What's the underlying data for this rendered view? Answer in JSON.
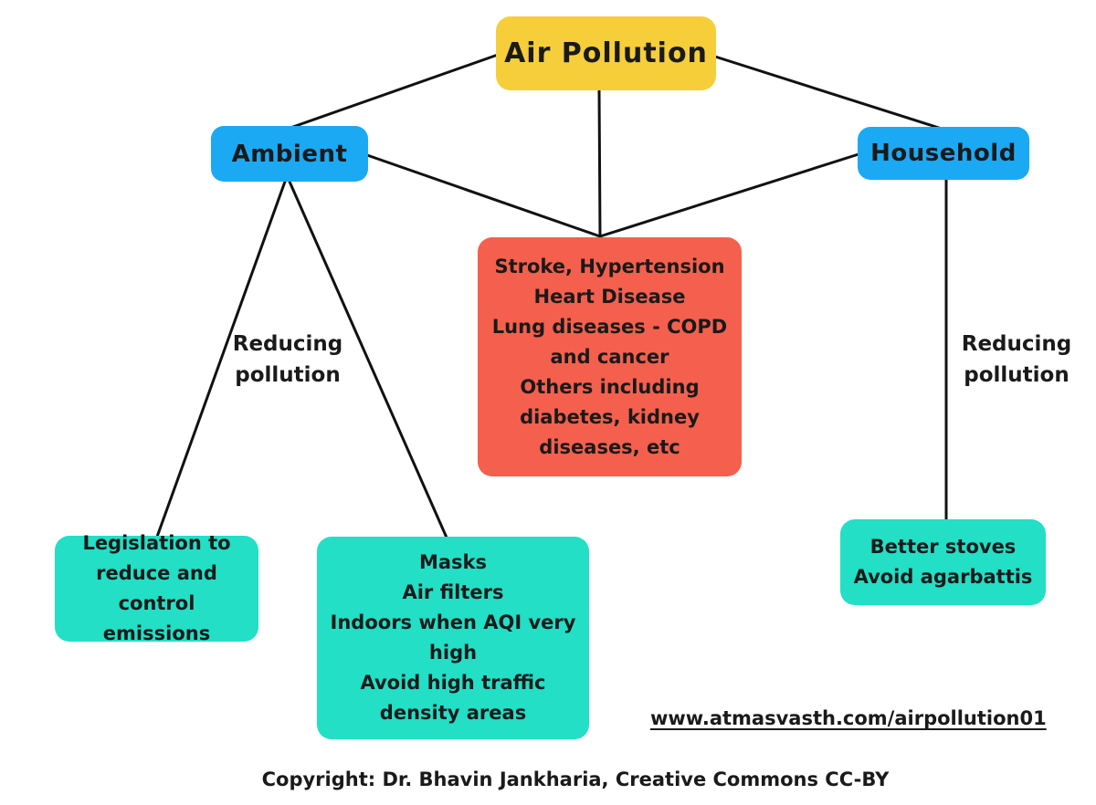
{
  "diagram": {
    "type": "mindmap",
    "edge_color": "#111111",
    "nodes": {
      "root": {
        "label": "Air Pollution",
        "color": "#F5CE3A"
      },
      "ambient": {
        "label": "Ambient",
        "color": "#1CA9F4"
      },
      "household": {
        "label": "Household",
        "color": "#1CA9F4"
      },
      "effects": {
        "color": "#F4604D",
        "lines": [
          "Stroke, Hypertension",
          "Heart Disease",
          "Lung diseases - COPD",
          "and cancer",
          "Others including",
          "diabetes, kidney",
          "diseases, etc"
        ]
      },
      "legislation": {
        "color": "#22DFC6",
        "text": "Legislation to reduce and control emissions"
      },
      "masks": {
        "color": "#22DFC6",
        "lines": [
          "Masks",
          "Air filters",
          "Indoors when AQI very high",
          "Avoid high traffic density areas"
        ]
      },
      "stoves": {
        "color": "#22DFC6",
        "lines": [
          "Better stoves",
          "Avoid agarbattis"
        ]
      }
    },
    "edge_labels": {
      "ambient_reducing": "Reducing pollution",
      "household_reducing": "Reducing pollution"
    }
  },
  "footer": {
    "url": "www.atmasvasth.com/airpollution01",
    "copyright": "Copyright: Dr. Bhavin Jankharia, Creative Commons CC-BY"
  }
}
